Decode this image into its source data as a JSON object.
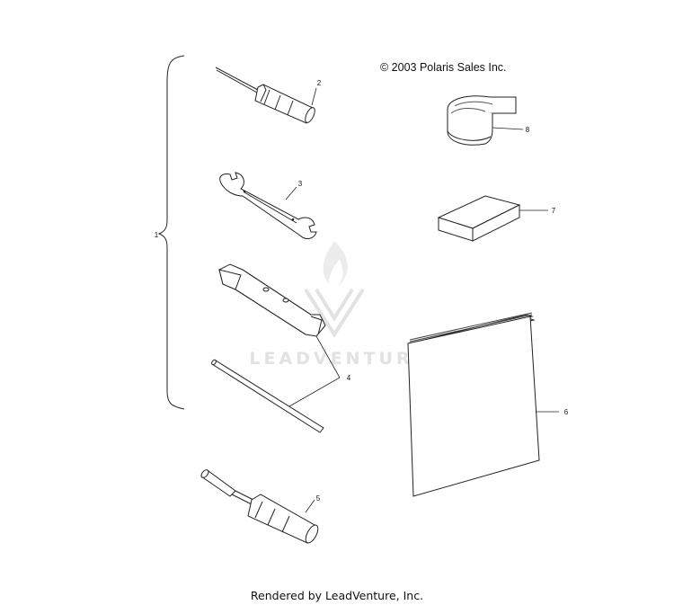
{
  "copyright": "© 2003 Polaris Sales Inc.",
  "footer": "Rendered by LeadVenture, Inc.",
  "watermark": {
    "text": "LEADVENTURE",
    "color": "#e2e2e2"
  },
  "callouts": [
    {
      "id": "1",
      "part": "tool kit (bracket group)"
    },
    {
      "id": "2",
      "part": "screwdriver"
    },
    {
      "id": "3",
      "part": "open-end wrench"
    },
    {
      "id": "4",
      "part": "tube wrench and bar"
    },
    {
      "id": "5",
      "part": "spark plug driver"
    },
    {
      "id": "6",
      "part": "owner's manual"
    },
    {
      "id": "7",
      "part": "pad"
    },
    {
      "id": "8",
      "part": "strap"
    }
  ]
}
